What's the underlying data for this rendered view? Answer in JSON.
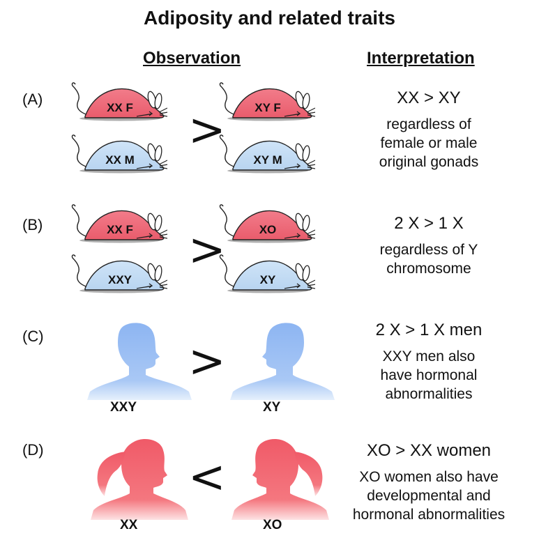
{
  "title": "Adiposity and related traits",
  "headers": {
    "observation": "Observation",
    "interpretation": "Interpretation"
  },
  "colors": {
    "female": "#ef6a7c",
    "male": "#c6def6",
    "human_male": "#98bdf3",
    "human_female": "#f26e76"
  },
  "rows": [
    {
      "label": "(A)",
      "comparator": ">",
      "left": [
        {
          "text": "XX F",
          "sex": "female"
        },
        {
          "text": "XX M",
          "sex": "male"
        }
      ],
      "right": [
        {
          "text": "XY F",
          "sex": "female"
        },
        {
          "text": "XY M",
          "sex": "male"
        }
      ],
      "interp_main": "XX > XY",
      "interp_note": [
        "regardless of",
        "female or male",
        "original gonads"
      ]
    },
    {
      "label": "(B)",
      "comparator": ">",
      "left": [
        {
          "text": "XX F",
          "sex": "female"
        },
        {
          "text": "XXY",
          "sex": "male"
        }
      ],
      "right": [
        {
          "text": "XO",
          "sex": "female"
        },
        {
          "text": "XY",
          "sex": "male"
        }
      ],
      "interp_main": "2 X > 1 X",
      "interp_note": [
        "regardless of Y",
        "chromosome"
      ]
    },
    {
      "label": "(C)",
      "comparator": ">",
      "left_human": "XXY",
      "right_human": "XY",
      "interp_main": "2 X > 1 X men",
      "interp_note": [
        "XXY men also",
        "have hormonal",
        "abnormalities"
      ]
    },
    {
      "label": "(D)",
      "comparator": "<",
      "left_human": "XX",
      "right_human": "XO",
      "interp_main": "XO > XX women",
      "interp_note": [
        "XO women also have",
        "developmental and",
        "hormonal abnormalities"
      ]
    }
  ]
}
